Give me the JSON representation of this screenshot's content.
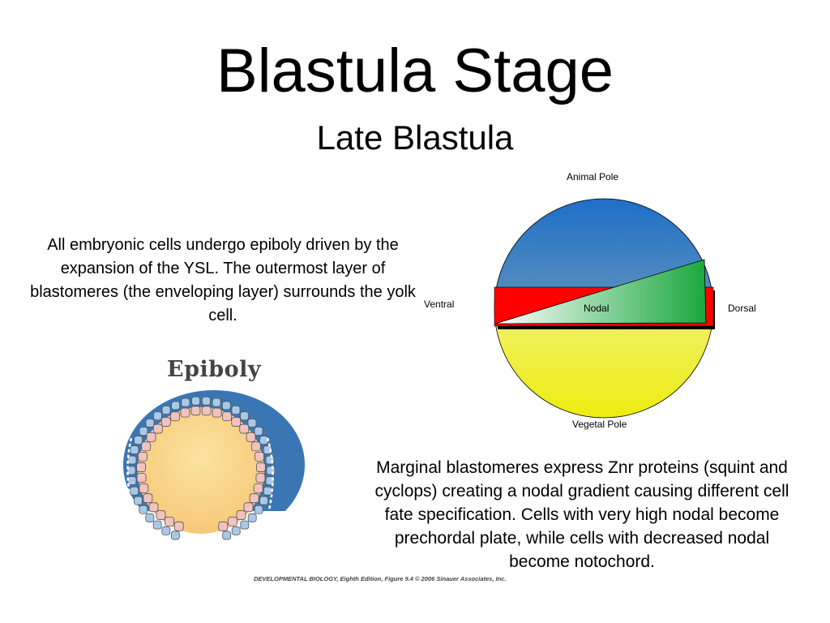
{
  "slide": {
    "title": "Blastula Stage",
    "subtitle": "Late Blastula",
    "left_text": "All embryonic cells undergo epiboly driven by the expansion of the YSL. The outermost layer of blastomeres (the enveloping layer) surrounds the yolk cell.",
    "right_text": "Marginal blastomeres express Znr proteins (squint and cyclops) creating a nodal gradient causing different cell fate specification.  Cells with very high nodal become prechordal plate, while cells with decreased nodal become notochord."
  },
  "diagram": {
    "labels": {
      "animal_pole": "Animal Pole",
      "vegetal_pole": "Vegetal Pole",
      "ventral": "Ventral",
      "dorsal": "Dorsal",
      "nodal": "Nodal"
    },
    "colors": {
      "animal_top": "#1e6fc8",
      "animal_bottom": "#9db5b0",
      "vegetal_top": "#f3f4c8",
      "vegetal_bottom": "#eded10",
      "margin_band": "#ff0000",
      "nodal_high": "#1aa83e",
      "nodal_low": "#ffffff"
    }
  },
  "epiboly_figure": {
    "title": "Epiboly",
    "credit": "DEVELOPMENTAL BIOLOGY, Eighth Edition, Figure 9.4  © 2006 Sinauer Associates, Inc.",
    "colors": {
      "yolk": "#f7c978",
      "deep_cells": "#f0c2c0",
      "evl_cells": "#a8c8e8",
      "outer_layer": "#3b76b4"
    }
  }
}
